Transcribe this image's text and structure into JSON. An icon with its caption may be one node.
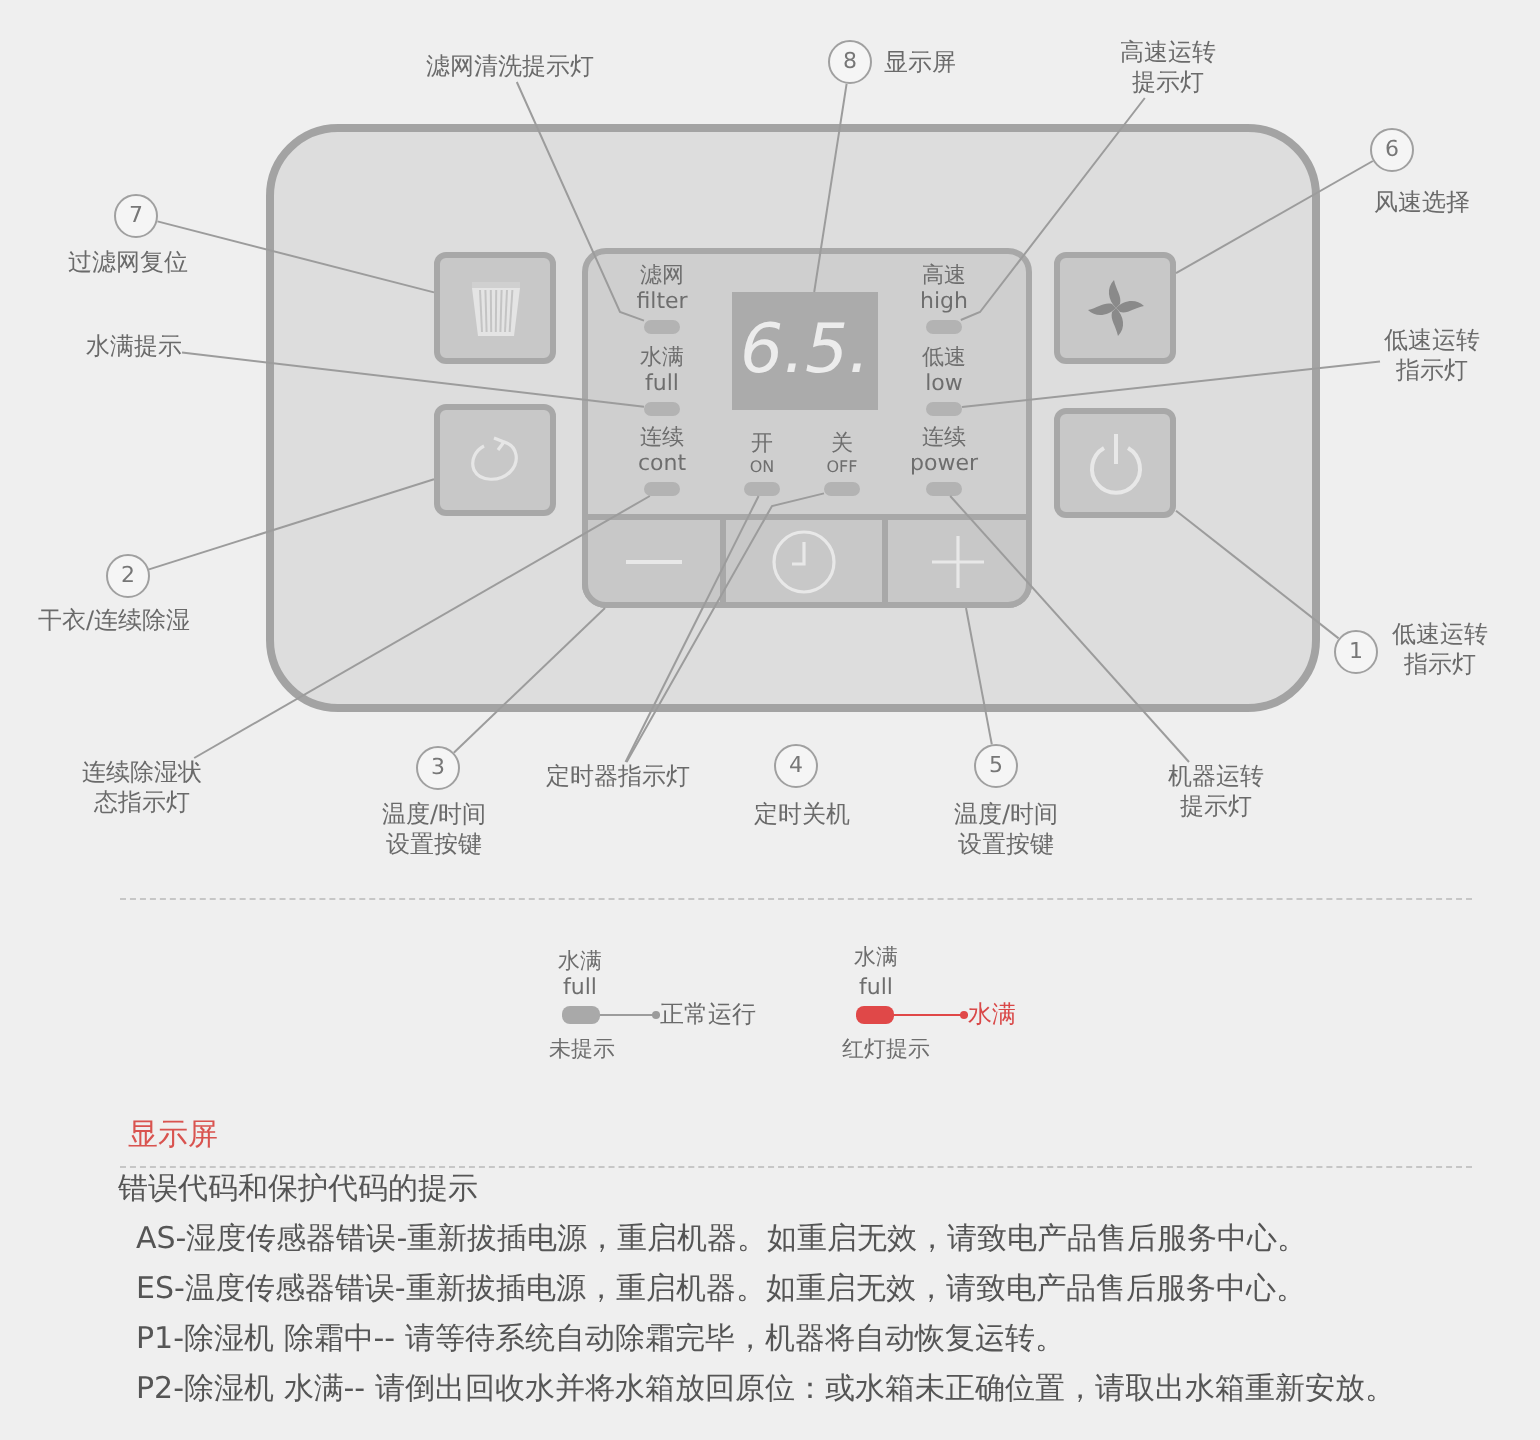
{
  "diagram": {
    "nodes": [
      {
        "text": [
          "滤网清洗提示灯"
        ]
      },
      {
        "text": [
          "8"
        ],
        "beside": [
          "显示屏"
        ]
      },
      {
        "text": [
          "高速运转提示灯"
        ]
      },
      {
        "text": [
          "6"
        ],
        "beside": [
          "风速选择"
        ]
      },
      {
        "text": [
          "7"
        ],
        "beside": [
          "过滤网复位"
        ]
      },
      {
        "text": [],
        "shape": "box"
      },
      {
        "text": [],
        "shape": "bar",
        "beside": [
          "滤网",
          "filter"
        ]
      },
      {
        "text": [
          "6.5."
        ]
      },
      {
        "text": [],
        "shape": "bar",
        "beside": [
          "高速",
          "high"
        ]
      },
      {
        "text": [],
        "shape": "box"
      },
      {
        "text": [
          "水满提示"
        ]
      },
      {
        "text": [],
        "shape": "bar",
        "beside": [
          "水满",
          "full"
        ]
      },
      {
        "text": [],
        "shape": "bar",
        "beside": [
          "低速",
          "low"
        ]
      },
      {
        "text": [
          "低速运转指示灯"
        ]
      },
      {
        "text": [],
        "shape": "box"
      },
      {
        "text": [],
        "shape": "bar",
        "beside": [
          "连续",
          "cont"
        ]
      },
      {
        "text": [],
        "shape": "bar",
        "beside": [
          "开",
          "ON"
        ]
      },
      {
        "text": [],
        "shape": "bar",
        "beside": [
          "关",
          "OFF"
        ]
      },
      {
        "text": [],
        "shape": "bar",
        "beside": [
          "连续",
          "power"
        ]
      },
      {
        "text": [],
        "shape": "box"
      },
      {
        "text": [],
        "shape": "box"
      },
      {
        "text": [],
        "shape": "box"
      },
      {
        "text": [],
        "shape": "box"
      },
      {
        "text": [
          "2"
        ],
        "beside": [
          "干衣/连续除湿"
        ]
      },
      {
        "text": [
          "1"
        ],
        "beside": [
          "低速运转指示灯"
        ]
      },
      {
        "text": [
          "连续除湿状态指示灯"
        ]
      },
      {
        "text": [
          "3"
        ],
        "beside": [
          "温度/时间设置按键"
        ]
      },
      {
        "text": [
          "定时器指示灯"
        ]
      },
      {
        "text": [
          "4"
        ],
        "beside": [
          "定时关机"
        ]
      },
      {
        "text": [
          "5"
        ],
        "beside": [
          "温度/时间设置按键"
        ]
      },
      {
        "text": [
          "机器运转提示灯"
        ]
      },
      {
        "text": [],
        "shape": "bar",
        "beside": [
          "水满",
          "full",
          "未提示"
        ]
      },
      {
        "text": [
          "正常运行"
        ]
      },
      {
        "text": [],
        "shape": "bar",
        "beside": [
          "水满",
          "full",
          "红灯提示"
        ]
      },
      {
        "text": [
          "水满"
        ]
      }
    ],
    "edges": [
      {
        "from": 0,
        "to": 6,
        "arrow": "none"
      },
      {
        "from": 1,
        "to": 7,
        "arrow": "none"
      },
      {
        "from": 2,
        "to": 8,
        "arrow": "none"
      },
      {
        "from": 3,
        "to": 9,
        "arrow": "none"
      },
      {
        "from": 4,
        "to": 5,
        "arrow": "none"
      },
      {
        "from": 10,
        "to": 11,
        "arrow": "none"
      },
      {
        "from": 13,
        "to": 12,
        "arrow": "none"
      },
      {
        "from": 23,
        "to": 14,
        "arrow": "none"
      },
      {
        "from": 24,
        "to": 19,
        "arrow": "none"
      },
      {
        "from": 25,
        "to": 15,
        "arrow": "none"
      },
      {
        "from": 26,
        "to": 20,
        "arrow": "none"
      },
      {
        "from": 27,
        "to": 16,
        "arrow": "none"
      },
      {
        "from": 27,
        "to": 17,
        "arrow": "none"
      },
      {
        "from": 29,
        "to": 22,
        "arrow": "none"
      },
      {
        "from": 30,
        "to": 18,
        "arrow": "none"
      },
      {
        "from": 31,
        "to": 32,
        "arrow": "other"
      },
      {
        "from": 33,
        "to": 34,
        "arrow": "other",
        "color": "#e04848"
      }
    ],
    "labels": [
      "显示屏",
      "错误代码和保护代码的提示",
      "AS-湿度传感器错误-重新拔插电源，重启机器。如重启无效，请致电产品售后服务中心。",
      "ES-温度传感器错误-重新拔插电源，重启机器。如重启无效，请致电产品售后服务中心。",
      "P1-除湿机 除霜中-- 请等待系统自动除霜完毕，机器将自动恢复运转。",
      "P2-除湿机 水满-- 请倒出回收水并将水箱放回原位：或水箱未正确位置，请取出水箱重新安放。"
    ]
  }
}
